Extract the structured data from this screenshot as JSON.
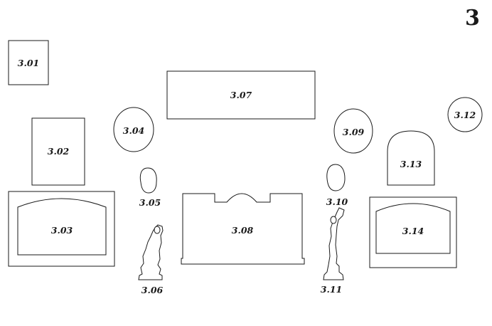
{
  "page_number": "3",
  "items": [
    {
      "id": "3.01",
      "label": "3.01",
      "shape": "rectangle"
    },
    {
      "id": "3.02",
      "label": "3.02",
      "shape": "rectangle"
    },
    {
      "id": "3.03",
      "label": "3.03",
      "shape": "framed-arched-panel"
    },
    {
      "id": "3.04",
      "label": "3.04",
      "shape": "oval"
    },
    {
      "id": "3.05",
      "label": "3.05",
      "shape": "head-medallion"
    },
    {
      "id": "3.06",
      "label": "3.06",
      "shape": "statue"
    },
    {
      "id": "3.07",
      "label": "3.07",
      "shape": "rectangle"
    },
    {
      "id": "3.08",
      "label": "3.08",
      "shape": "pedestal"
    },
    {
      "id": "3.09",
      "label": "3.09",
      "shape": "oval"
    },
    {
      "id": "3.10",
      "label": "3.10",
      "shape": "head-medallion"
    },
    {
      "id": "3.11",
      "label": "3.11",
      "shape": "statue"
    },
    {
      "id": "3.12",
      "label": "3.12",
      "shape": "circle"
    },
    {
      "id": "3.13",
      "label": "3.13",
      "shape": "arched-panel"
    },
    {
      "id": "3.14",
      "label": "3.14",
      "shape": "framed-arched-panel"
    }
  ]
}
